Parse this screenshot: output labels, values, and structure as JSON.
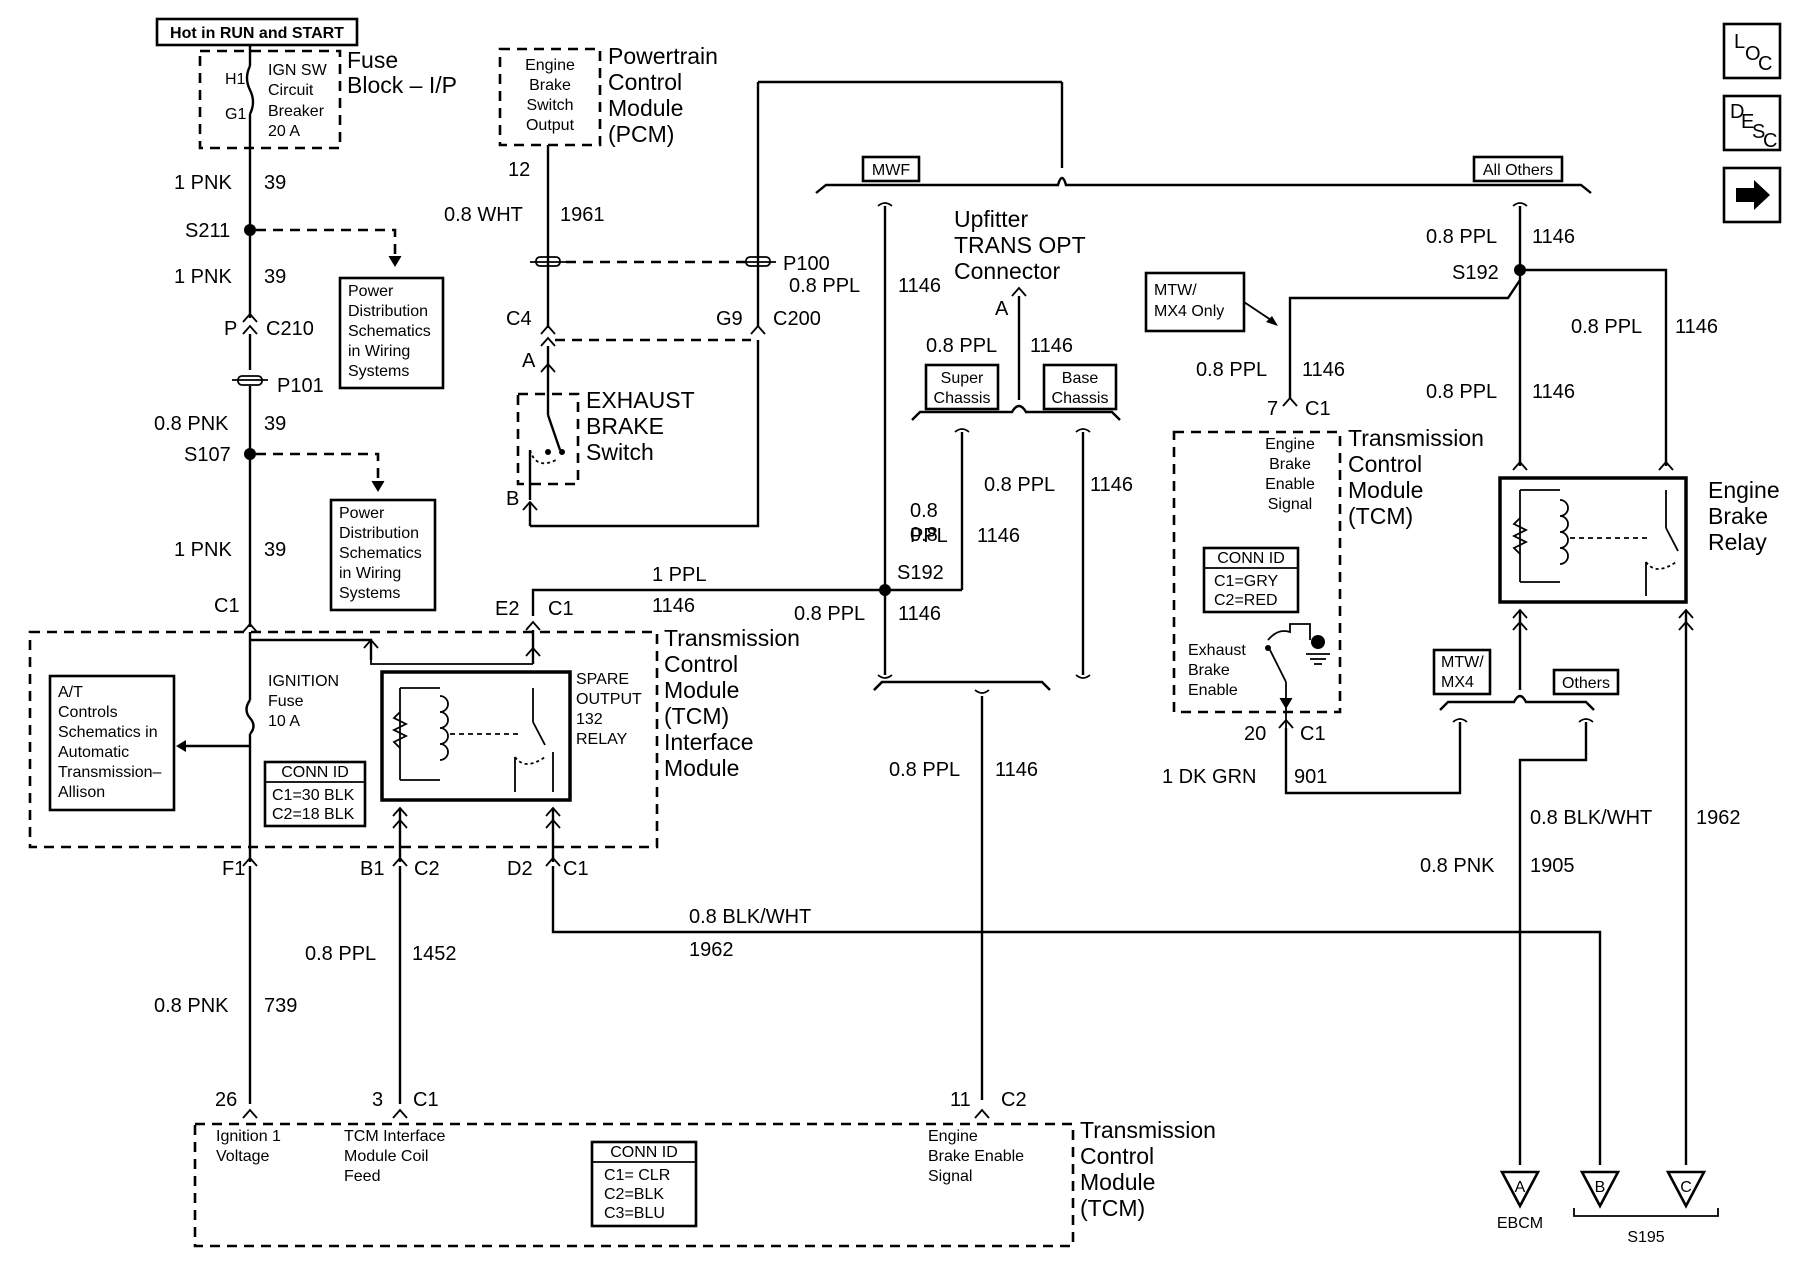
{
  "header": {
    "hot_label": "Hot in RUN and START"
  },
  "fuse_block": {
    "h1": "H1",
    "g1": "G1",
    "breaker": [
      "IGN SW",
      "Circuit",
      "Breaker",
      "20 A"
    ],
    "title": [
      "Fuse",
      "Block – I/P"
    ]
  },
  "pcm": {
    "inner": [
      "Engine",
      "Brake",
      "Switch",
      "Output"
    ],
    "title": [
      "Powertrain",
      "Control",
      "Module",
      "(PCM)"
    ],
    "pin": "12"
  },
  "wires": {
    "w1_pnk": "1 PNK",
    "c39": "39",
    "s211": "S211",
    "w1_pnk_b": "1 PNK",
    "c39_b": "39",
    "p": "P",
    "c210": "C210",
    "p101": "P101",
    "w08_pnk": "0.8 PNK",
    "c39_c": "39",
    "s107": "S107",
    "w1_pnk_c": "1 PNK",
    "c39_d": "39",
    "wht": "0.8 WHT",
    "c1961": "1961",
    "p100": "P100",
    "c4": "C4",
    "g9": "G9",
    "c200": "C200",
    "a": "A",
    "b": "B",
    "mwf": "MWF",
    "all_others": "All Others",
    "ppl1": "0.8 PPL",
    "c1146_1": "1146",
    "ppl2": "0.8 PPL",
    "c1146_2": "1146",
    "ppl3": "0.8 PPL",
    "c1146_3": "1146",
    "ppl4_a": "0.8",
    "ppl4_b": "PPL",
    "c1146_4": "1146",
    "ppl5": "0.8 PPL",
    "c1146_5": "1146",
    "s192_mid": "S192",
    "ppl_1": "1 PPL",
    "c1146_6": "1146",
    "e2": "E2",
    "c1_e2": "C1",
    "ppl_right1": "0.8 PPL",
    "c1146_r1": "1146",
    "s192_right": "S192",
    "ppl_right2": "0.8 PPL",
    "c1146_r2": "1146",
    "ppl_right3": "0.8 PPL",
    "c1146_r3": "1146",
    "ppl_right4": "0.8 PPL",
    "c1146_r4": "1146",
    "pin7": "7",
    "c1_tcm": "C1",
    "pin20": "20",
    "c1_20": "C1",
    "dkgrn": "1 DK GRN",
    "c901": "901",
    "blk_wht_r": "0.8 BLK/WHT",
    "c1962_r": "1962",
    "pnk_r": "0.8 PNK",
    "c1905": "1905",
    "f1": "F1",
    "b1": "B1",
    "c2": "C2",
    "d2": "D2",
    "c1_d2": "C1",
    "blk_wht": "0.8 BLK/WHT",
    "c1962": "1962",
    "ppl_1452": "0.8 PPL",
    "c1452": "1452",
    "pnk_739": "0.8 PNK",
    "c739": "739",
    "ppl_bottom": "0.8 PPL",
    "c1146_b": "1146",
    "c1_top": "C1"
  },
  "upfitter": {
    "title": [
      "Upfitter",
      "TRANS OPT",
      "Connector"
    ],
    "a": "A",
    "super": [
      "Super",
      "Chassis"
    ],
    "base": [
      "Base",
      "Chassis"
    ]
  },
  "power_dist_1": [
    "Power",
    "Distribution",
    "Schematics",
    "in Wiring",
    "Systems"
  ],
  "power_dist_2": [
    "Power",
    "Distribution",
    "Schematics",
    "in Wiring",
    "Systems"
  ],
  "mtw_only": [
    "MTW/",
    "MX4 Only"
  ],
  "tcm_right": {
    "title": [
      "Transmission",
      "Control",
      "Module",
      "(TCM)"
    ],
    "inner": [
      "Engine",
      "Brake",
      "Enable",
      "Signal"
    ],
    "conn": [
      "CONN ID",
      "C1=GRY",
      "C2=RED"
    ],
    "exh": [
      "Exhaust",
      "Brake",
      "Enable"
    ]
  },
  "relay": {
    "title": [
      "Engine",
      "Brake",
      "Relay"
    ]
  },
  "mtw_mx4": [
    "MTW/",
    "MX4"
  ],
  "others": "Others",
  "exhaust_switch": [
    "EXHAUST",
    "BRAKE",
    "Switch"
  ],
  "interface": {
    "title": [
      "Transmission",
      "Control",
      "Module",
      "(TCM)",
      "Interface",
      "Module"
    ],
    "ign_fuse": [
      "IGNITION",
      "Fuse",
      "10 A"
    ],
    "conn": [
      "CONN ID",
      "C1=30 BLK",
      "C2=18 BLK"
    ],
    "spare": [
      "SPARE",
      "OUTPUT",
      "132",
      "RELAY"
    ]
  },
  "at_box": [
    "A/T",
    "Controls",
    "Schematics in",
    "Automatic",
    "Transmission–",
    "Allison"
  ],
  "tcm_bottom": {
    "pins": {
      "p26": "26",
      "p3": "3",
      "c1": "C1",
      "p11": "11",
      "c2": "C2"
    },
    "ign": [
      "Ignition 1",
      "Voltage"
    ],
    "coil": [
      "TCM Interface",
      "Module Coil",
      "Feed"
    ],
    "conn": [
      "CONN ID",
      "C1= CLR",
      "C2=BLK",
      "C3=BLU"
    ],
    "ebe": [
      "Engine",
      "Brake Enable",
      "Signal"
    ],
    "title": [
      "Transmission",
      "Control",
      "Module",
      "(TCM)"
    ]
  },
  "terminals": {
    "a": "A",
    "b": "B",
    "c": "C",
    "ebcm": "EBCM",
    "s195": "S195"
  },
  "nav": {
    "loc": [
      "L",
      "O",
      "C"
    ],
    "desc": [
      "D",
      "E",
      "S",
      "C"
    ],
    "arrow": "next-arrow"
  }
}
